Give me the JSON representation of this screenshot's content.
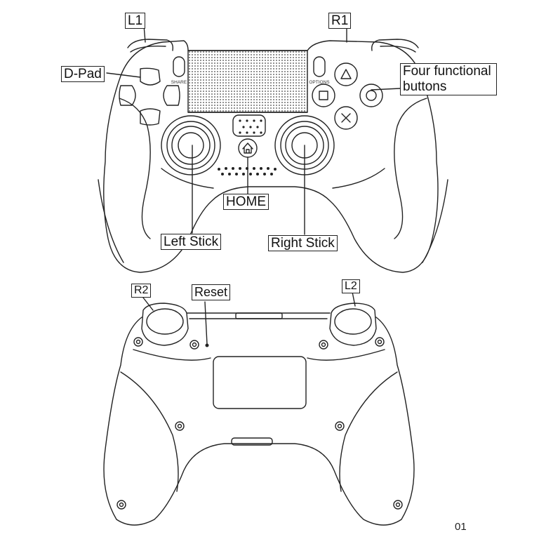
{
  "labels": {
    "l1": "L1",
    "r1": "R1",
    "dpad": "D-Pad",
    "four_line1": "Four functional",
    "four_line2": "buttons",
    "home": "HOME",
    "left_stick": "Left Stick",
    "right_stick": "Right Stick",
    "r2": "R2",
    "reset": "Reset",
    "l2": "L2"
  },
  "button_text": {
    "share": "SHARE",
    "options": "OPTIONS"
  },
  "page_number": "01",
  "icons": {
    "home": "house-icon",
    "triangle": "triangle-icon",
    "circle": "circle-icon",
    "square": "square-icon",
    "cross": "cross-icon"
  }
}
